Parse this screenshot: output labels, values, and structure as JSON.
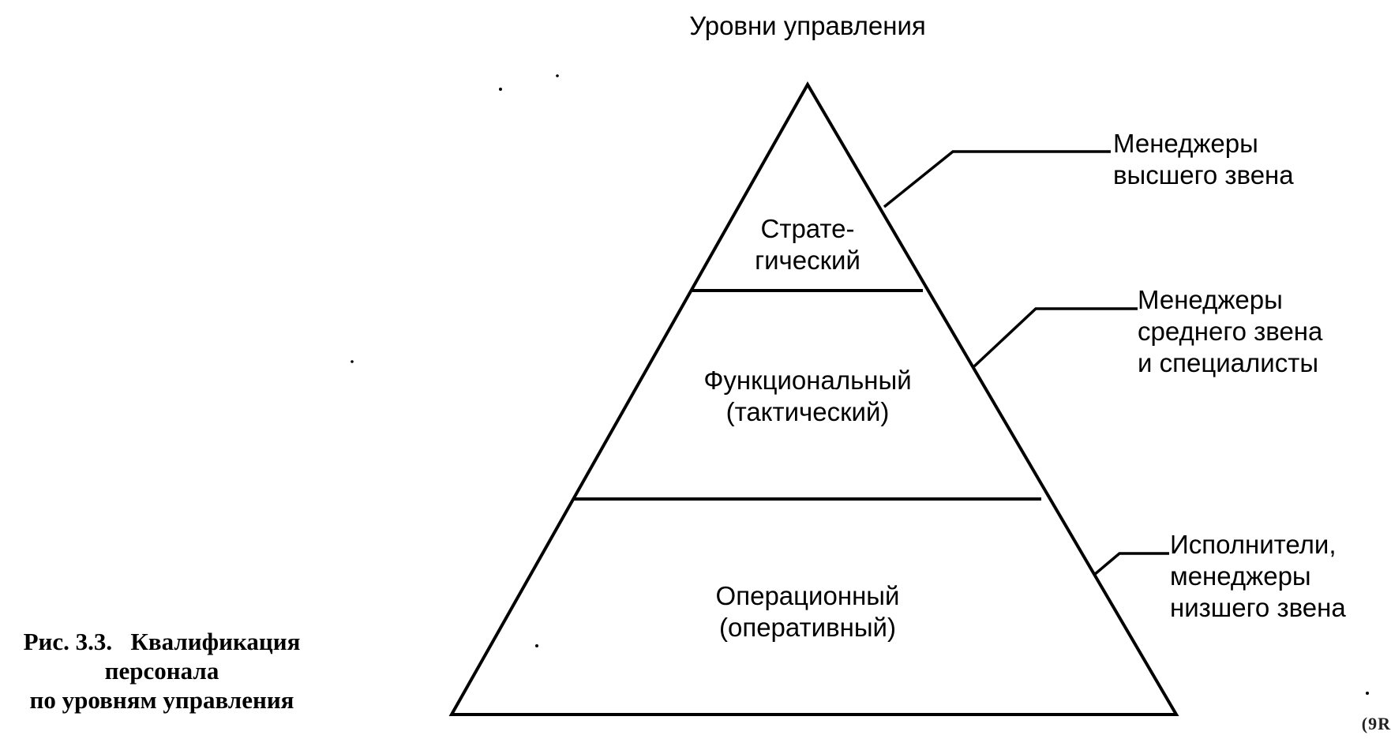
{
  "title": "Уровни управления",
  "levels": {
    "strategic": {
      "line1": "Страте-",
      "line2": "гический"
    },
    "functional": {
      "line1": "Функциональный",
      "line2": "(тактический)"
    },
    "operational": {
      "line1": "Операционный",
      "line2": "(оперативный)"
    }
  },
  "personnel": {
    "top": {
      "line1": "Менеджеры",
      "line2": "высшего звена"
    },
    "middle": {
      "line1": "Менеджеры",
      "line2": "среднего звена",
      "line3": "и специалисты"
    },
    "bottom": {
      "line1": "Исполнители,",
      "line2": "менеджеры",
      "line3": "низшего звена"
    }
  },
  "caption": {
    "label": "Рис. 3.3.",
    "line1": "Квалификация",
    "line2": "персонала",
    "line3": "по уровням управления"
  },
  "corner_mark": "(9R",
  "colors": {
    "ink": "#000000",
    "background": "#ffffff"
  }
}
